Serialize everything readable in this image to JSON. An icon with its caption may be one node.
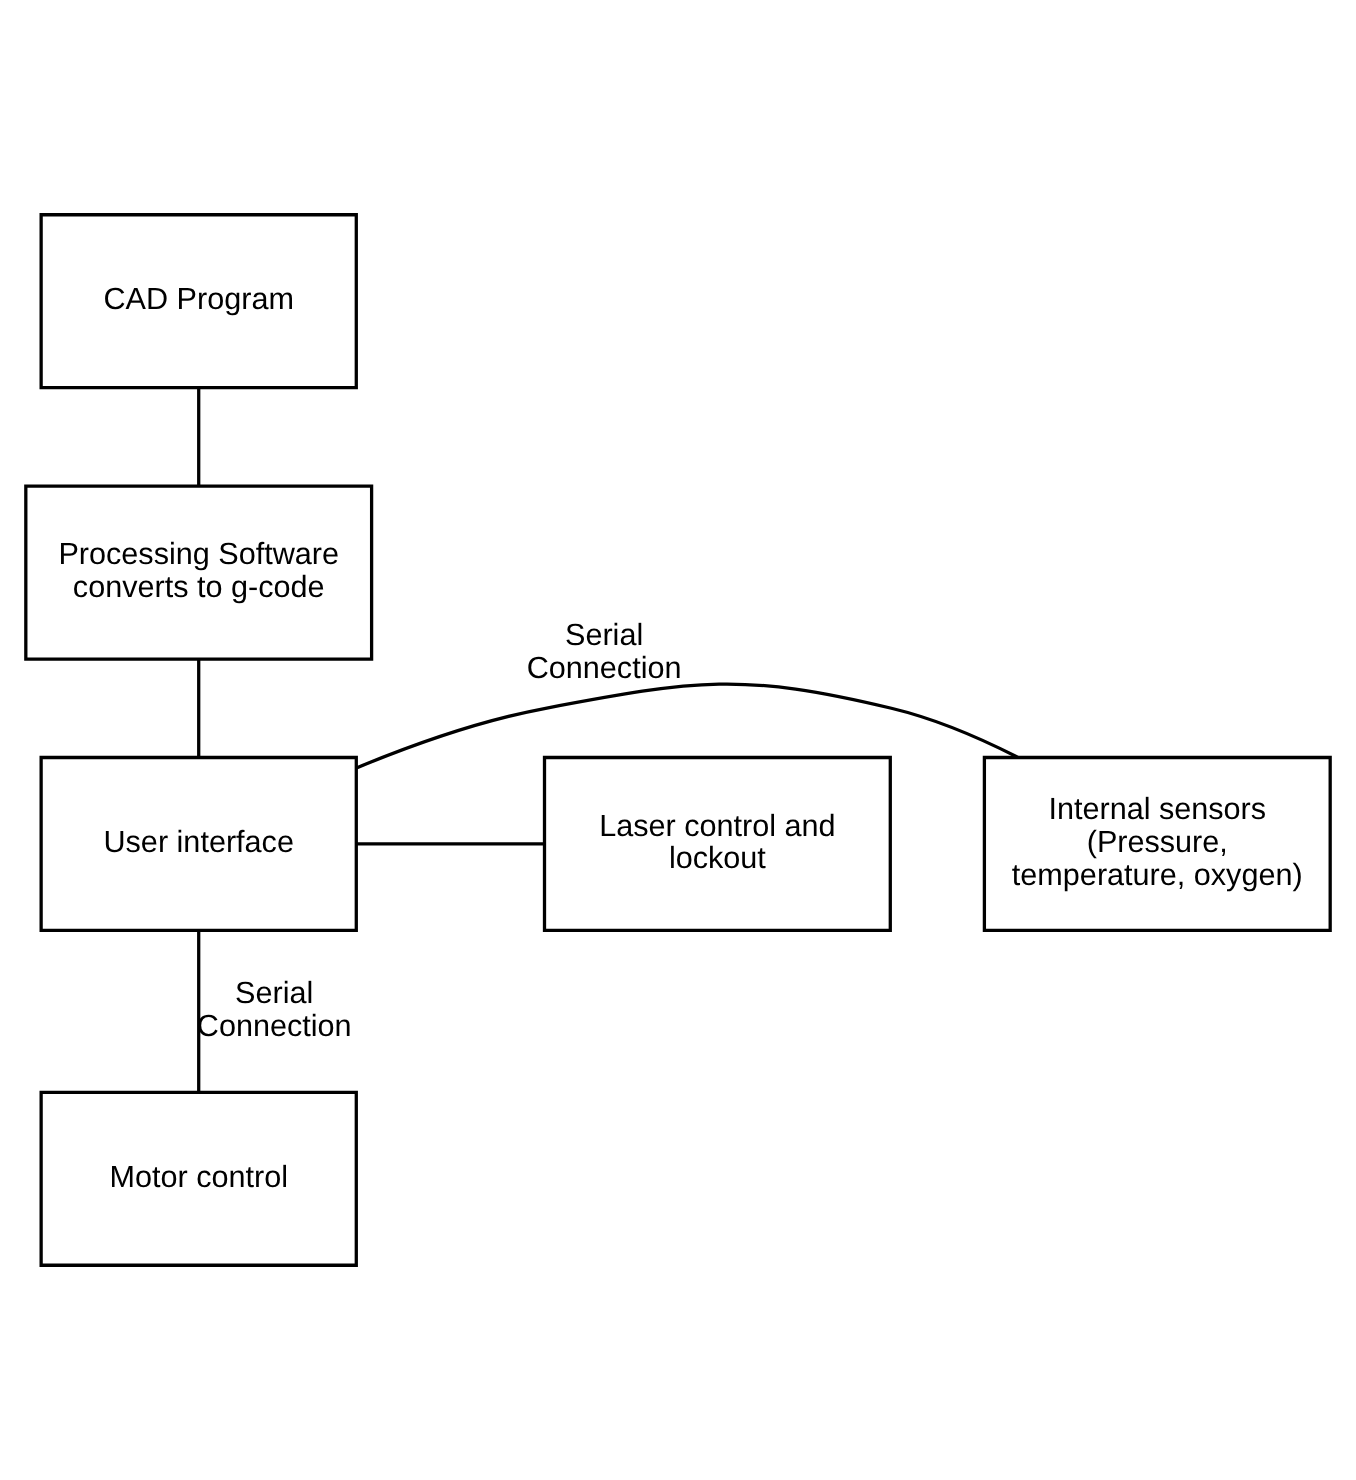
{
  "diagram": {
    "nodes": [
      {
        "text": [
          "CAD Program"
        ]
      },
      {
        "text": [
          "Processing Software converts to g-code"
        ]
      },
      {
        "text": [
          "User interface"
        ]
      },
      {
        "text": [
          "Internal sensors (Pressure, temperature, oxygen)"
        ]
      },
      {
        "text": [
          "Laser control and lockout"
        ]
      },
      {
        "text": [
          "Motor control"
        ]
      }
    ],
    "edges": [
      {
        "from": 0,
        "to": 1,
        "arrow": "none"
      },
      {
        "from": 1,
        "to": 2,
        "arrow": "none"
      },
      {
        "from": 2,
        "to": 3,
        "arrow": "none",
        "label": "Serial Connection"
      },
      {
        "from": 2,
        "to": 4,
        "arrow": "none"
      },
      {
        "from": 2,
        "to": 5,
        "arrow": "none",
        "label": "Serial Connection"
      }
    ]
  }
}
